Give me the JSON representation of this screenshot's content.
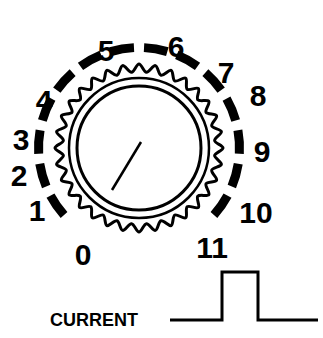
{
  "diagram": {
    "labels": [
      "0",
      "1",
      "2",
      "3",
      "4",
      "5",
      "6",
      "7",
      "8",
      "9",
      "10",
      "11",
      "CURRENT"
    ]
  }
}
